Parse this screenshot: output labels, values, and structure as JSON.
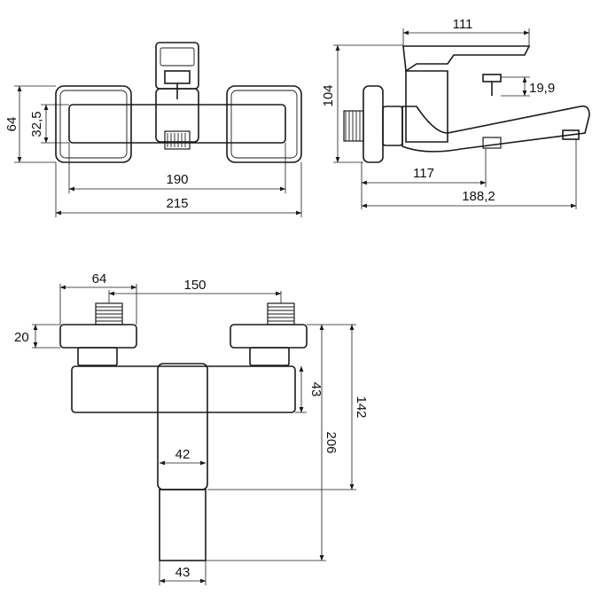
{
  "front_view": {
    "dims": {
      "height": "64",
      "body_height": "32,5",
      "inner_width": "190",
      "overall_width": "215"
    }
  },
  "side_view": {
    "dims": {
      "lever_length": "111",
      "height": "104",
      "diverter": "19,9",
      "spout_outlet": "117",
      "overall_depth": "188,2"
    }
  },
  "top_view": {
    "dims": {
      "flange": "64",
      "centers": "150",
      "flange_thickness": "20",
      "body_depth": "43",
      "spout_depth": "142",
      "overall_depth": "206",
      "lever_width": "42",
      "spout_width": "43"
    }
  }
}
